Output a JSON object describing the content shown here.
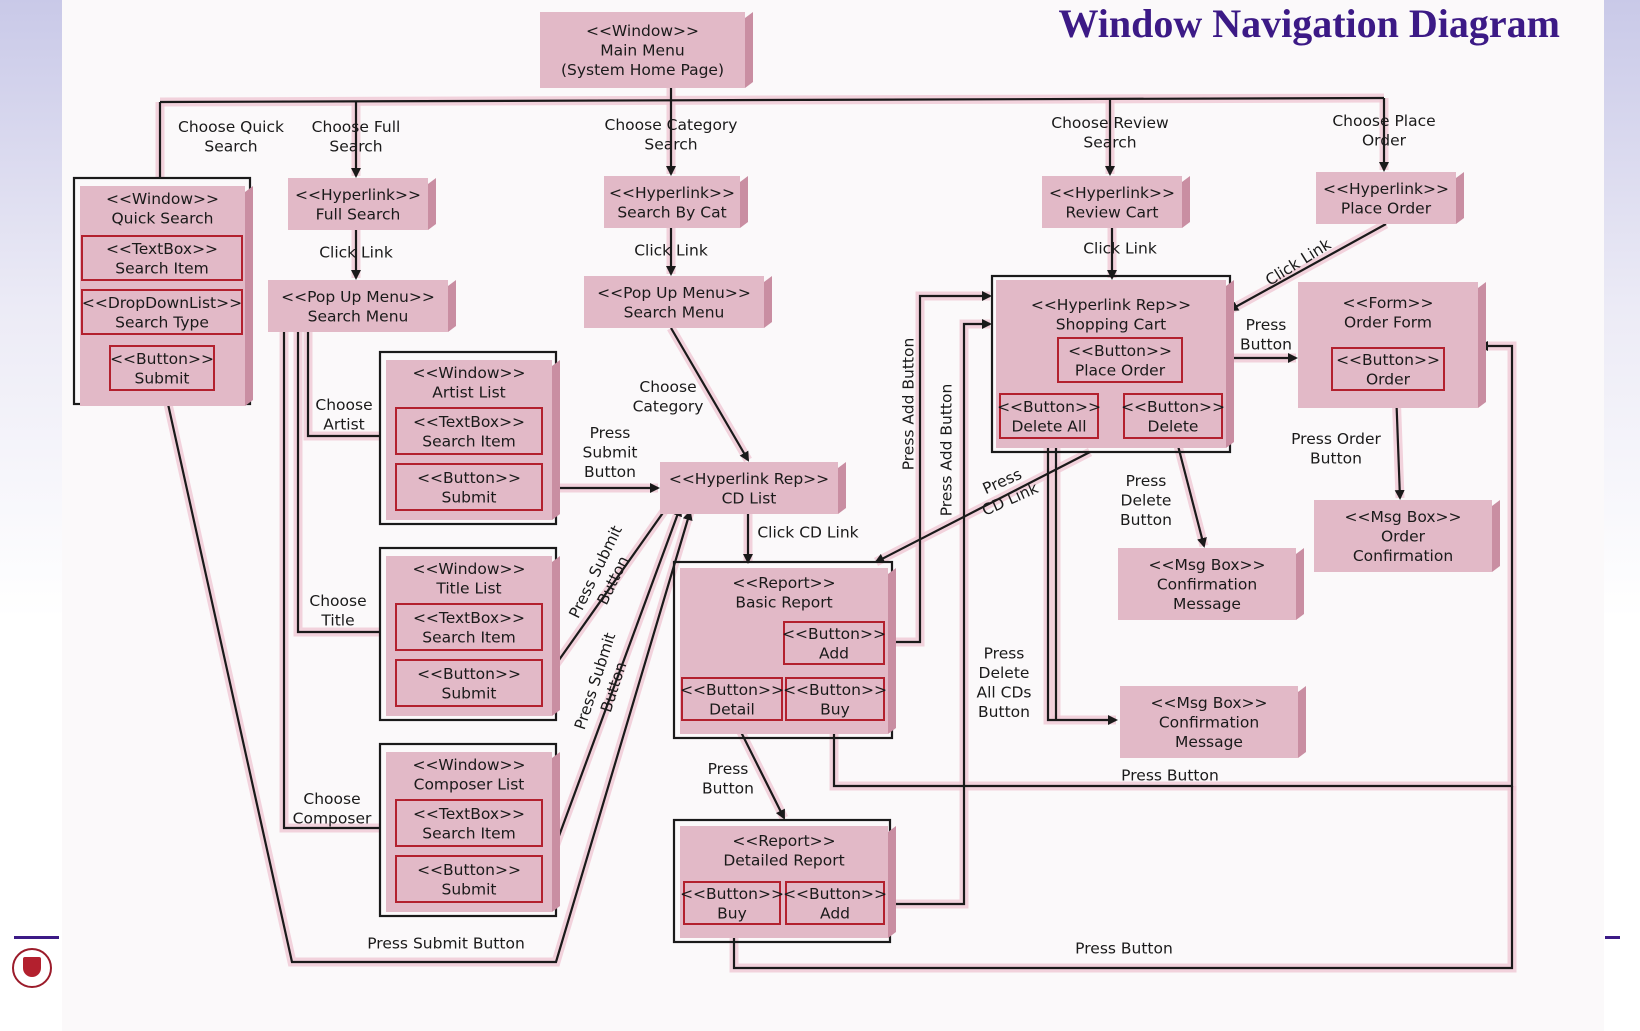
{
  "title": "Window Navigation Diagram",
  "nodes": {
    "main_menu": [
      "<<Window>>",
      "Main Menu",
      "(System Home Page)"
    ],
    "quick_search": [
      "<<Window>>",
      "Quick Search"
    ],
    "qs_textbox": [
      "<<TextBox>>",
      "Search Item"
    ],
    "qs_dropdown": [
      "<<DropDownList>>",
      "Search Type"
    ],
    "qs_button": [
      "<<Button>>",
      "Submit"
    ],
    "full_search": [
      "<<Hyperlink>>",
      "Full Search"
    ],
    "full_popup": [
      "<<Pop Up Menu>>",
      "Search Menu"
    ],
    "search_by_cat": [
      "<<Hyperlink>>",
      "Search By Cat"
    ],
    "cat_popup": [
      "<<Pop Up Menu>>",
      "Search Menu"
    ],
    "artist_list": [
      "<<Window>>",
      "Artist List"
    ],
    "artist_textbox": [
      "<<TextBox>>",
      "Search Item"
    ],
    "artist_button": [
      "<<Button>>",
      "Submit"
    ],
    "title_list": [
      "<<Window>>",
      "Title List"
    ],
    "title_textbox": [
      "<<TextBox>>",
      "Search Item"
    ],
    "title_button": [
      "<<Button>>",
      "Submit"
    ],
    "composer_list": [
      "<<Window>>",
      "Composer List"
    ],
    "composer_textbox": [
      "<<TextBox>>",
      "Search Item"
    ],
    "composer_button": [
      "<<Button>>",
      "Submit"
    ],
    "cd_list": [
      "<<Hyperlink Rep>>",
      "CD List"
    ],
    "basic_report": [
      "<<Report>>",
      "Basic Report"
    ],
    "br_add": [
      "<<Button>>",
      "Add"
    ],
    "br_detail": [
      "<<Button>>",
      "Detail"
    ],
    "br_buy": [
      "<<Button>>",
      "Buy"
    ],
    "detailed_report": [
      "<<Report>>",
      "Detailed Report"
    ],
    "dr_buy": [
      "<<Button>>",
      "Buy"
    ],
    "dr_add": [
      "<<Button>>",
      "Add"
    ],
    "review_cart": [
      "<<Hyperlink>>",
      "Review Cart"
    ],
    "shopping_cart": [
      "<<Hyperlink Rep>>",
      "Shopping Cart"
    ],
    "sc_place_order": [
      "<<Button>>",
      "Place Order"
    ],
    "sc_delete_all": [
      "<<Button>>",
      "Delete All"
    ],
    "sc_delete": [
      "<<Button>>",
      "Delete"
    ],
    "place_order_link": [
      "<<Hyperlink>>",
      "Place Order"
    ],
    "order_form": [
      "<<Form>>",
      "Order Form"
    ],
    "of_order": [
      "<<Button>>",
      "Order"
    ],
    "order_confirmation": [
      "<<Msg Box>>",
      "Order",
      "Confirmation"
    ],
    "confirm_msg_1": [
      "<<Msg Box>>",
      "Confirmation",
      "Message"
    ],
    "confirm_msg_2": [
      "<<Msg Box>>",
      "Confirmation",
      "Message"
    ]
  },
  "labels": {
    "choose_quick_search": [
      "Choose Quick",
      "Search"
    ],
    "choose_full_search": [
      "Choose Full",
      "Search"
    ],
    "choose_category_search": [
      "Choose Category",
      "Search"
    ],
    "choose_review_search": [
      "Choose Review",
      "Search"
    ],
    "choose_place_order": [
      "Choose Place",
      "Order"
    ],
    "click_link_full": [
      "Click Link"
    ],
    "click_link_cat": [
      "Click Link"
    ],
    "click_link_review": [
      "Click Link"
    ],
    "click_link_place": [
      "Click Link"
    ],
    "choose_artist": [
      "Choose",
      "Artist"
    ],
    "choose_title": [
      "Choose",
      "Title"
    ],
    "choose_composer": [
      "Choose",
      "Composer"
    ],
    "choose_category": [
      "Choose",
      "Category"
    ],
    "press_submit_artist": [
      "Press",
      "Submit",
      "Button"
    ],
    "press_submit_title": [
      "Press Submit",
      "Button"
    ],
    "press_submit_composer": [
      "Press Submit",
      "Button"
    ],
    "press_submit_bottom": [
      "Press Submit Button"
    ],
    "click_cd_link": [
      "Click CD Link"
    ],
    "press_cd_link": [
      "Press",
      "CD Link"
    ],
    "press_add_button_1": [
      "Press Add Button"
    ],
    "press_add_button_2": [
      "Press Add Button"
    ],
    "press_button_place": [
      "Press",
      "Button"
    ],
    "press_order_button": [
      "Press Order",
      "Button"
    ],
    "press_delete_button": [
      "Press",
      "Delete",
      "Button"
    ],
    "press_delete_all": [
      "Press",
      "Delete",
      "All CDs",
      "Button"
    ],
    "press_button_detail": [
      "Press",
      "Button"
    ],
    "press_button_buy_basic": [
      "Press Button"
    ],
    "press_button_buy_detailed": [
      "Press Button"
    ]
  }
}
